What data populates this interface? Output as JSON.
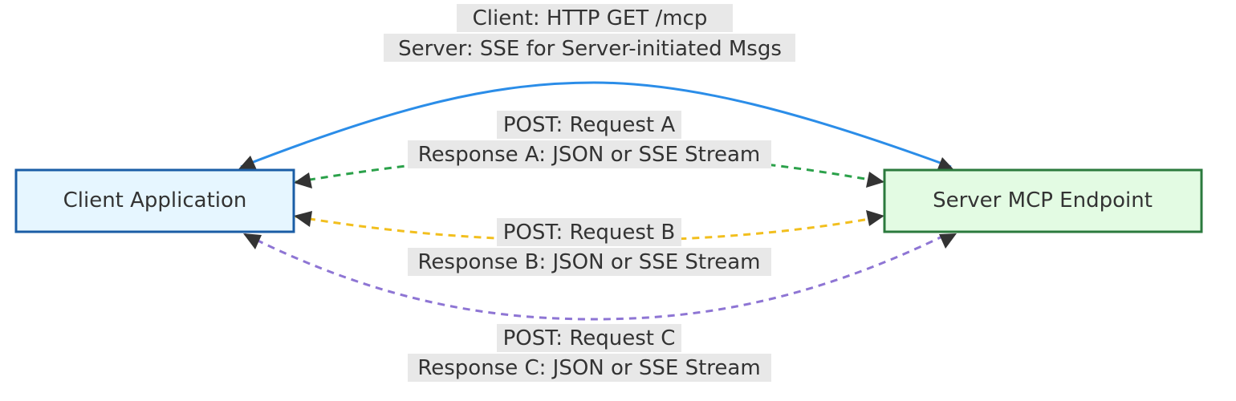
{
  "nodes": {
    "client": {
      "label": "Client Application",
      "fill": "#e6f6ff",
      "stroke": "#1a5da6"
    },
    "server": {
      "label": "Server MCP Endpoint",
      "fill": "#e3fbe3",
      "stroke": "#2b7a3d"
    }
  },
  "edges": {
    "sse": {
      "line1": "Client: HTTP GET /mcp",
      "line2": "Server: SSE for Server-initiated Msgs",
      "color": "#2b8de8"
    },
    "request_a": {
      "line1": "POST: Request A",
      "line2": "Response A: JSON or SSE Stream",
      "color": "#2ba14a"
    },
    "request_b": {
      "line1": "POST: Request B",
      "line2": "Response B: JSON or SSE Stream",
      "color": "#f2bf1e"
    },
    "request_c": {
      "line1": "POST: Request C",
      "line2": "Response C: JSON or SSE Stream",
      "color": "#8e75d4"
    }
  },
  "arrowhead_color": "#333333",
  "label_bg_color": "#e8e8e8"
}
